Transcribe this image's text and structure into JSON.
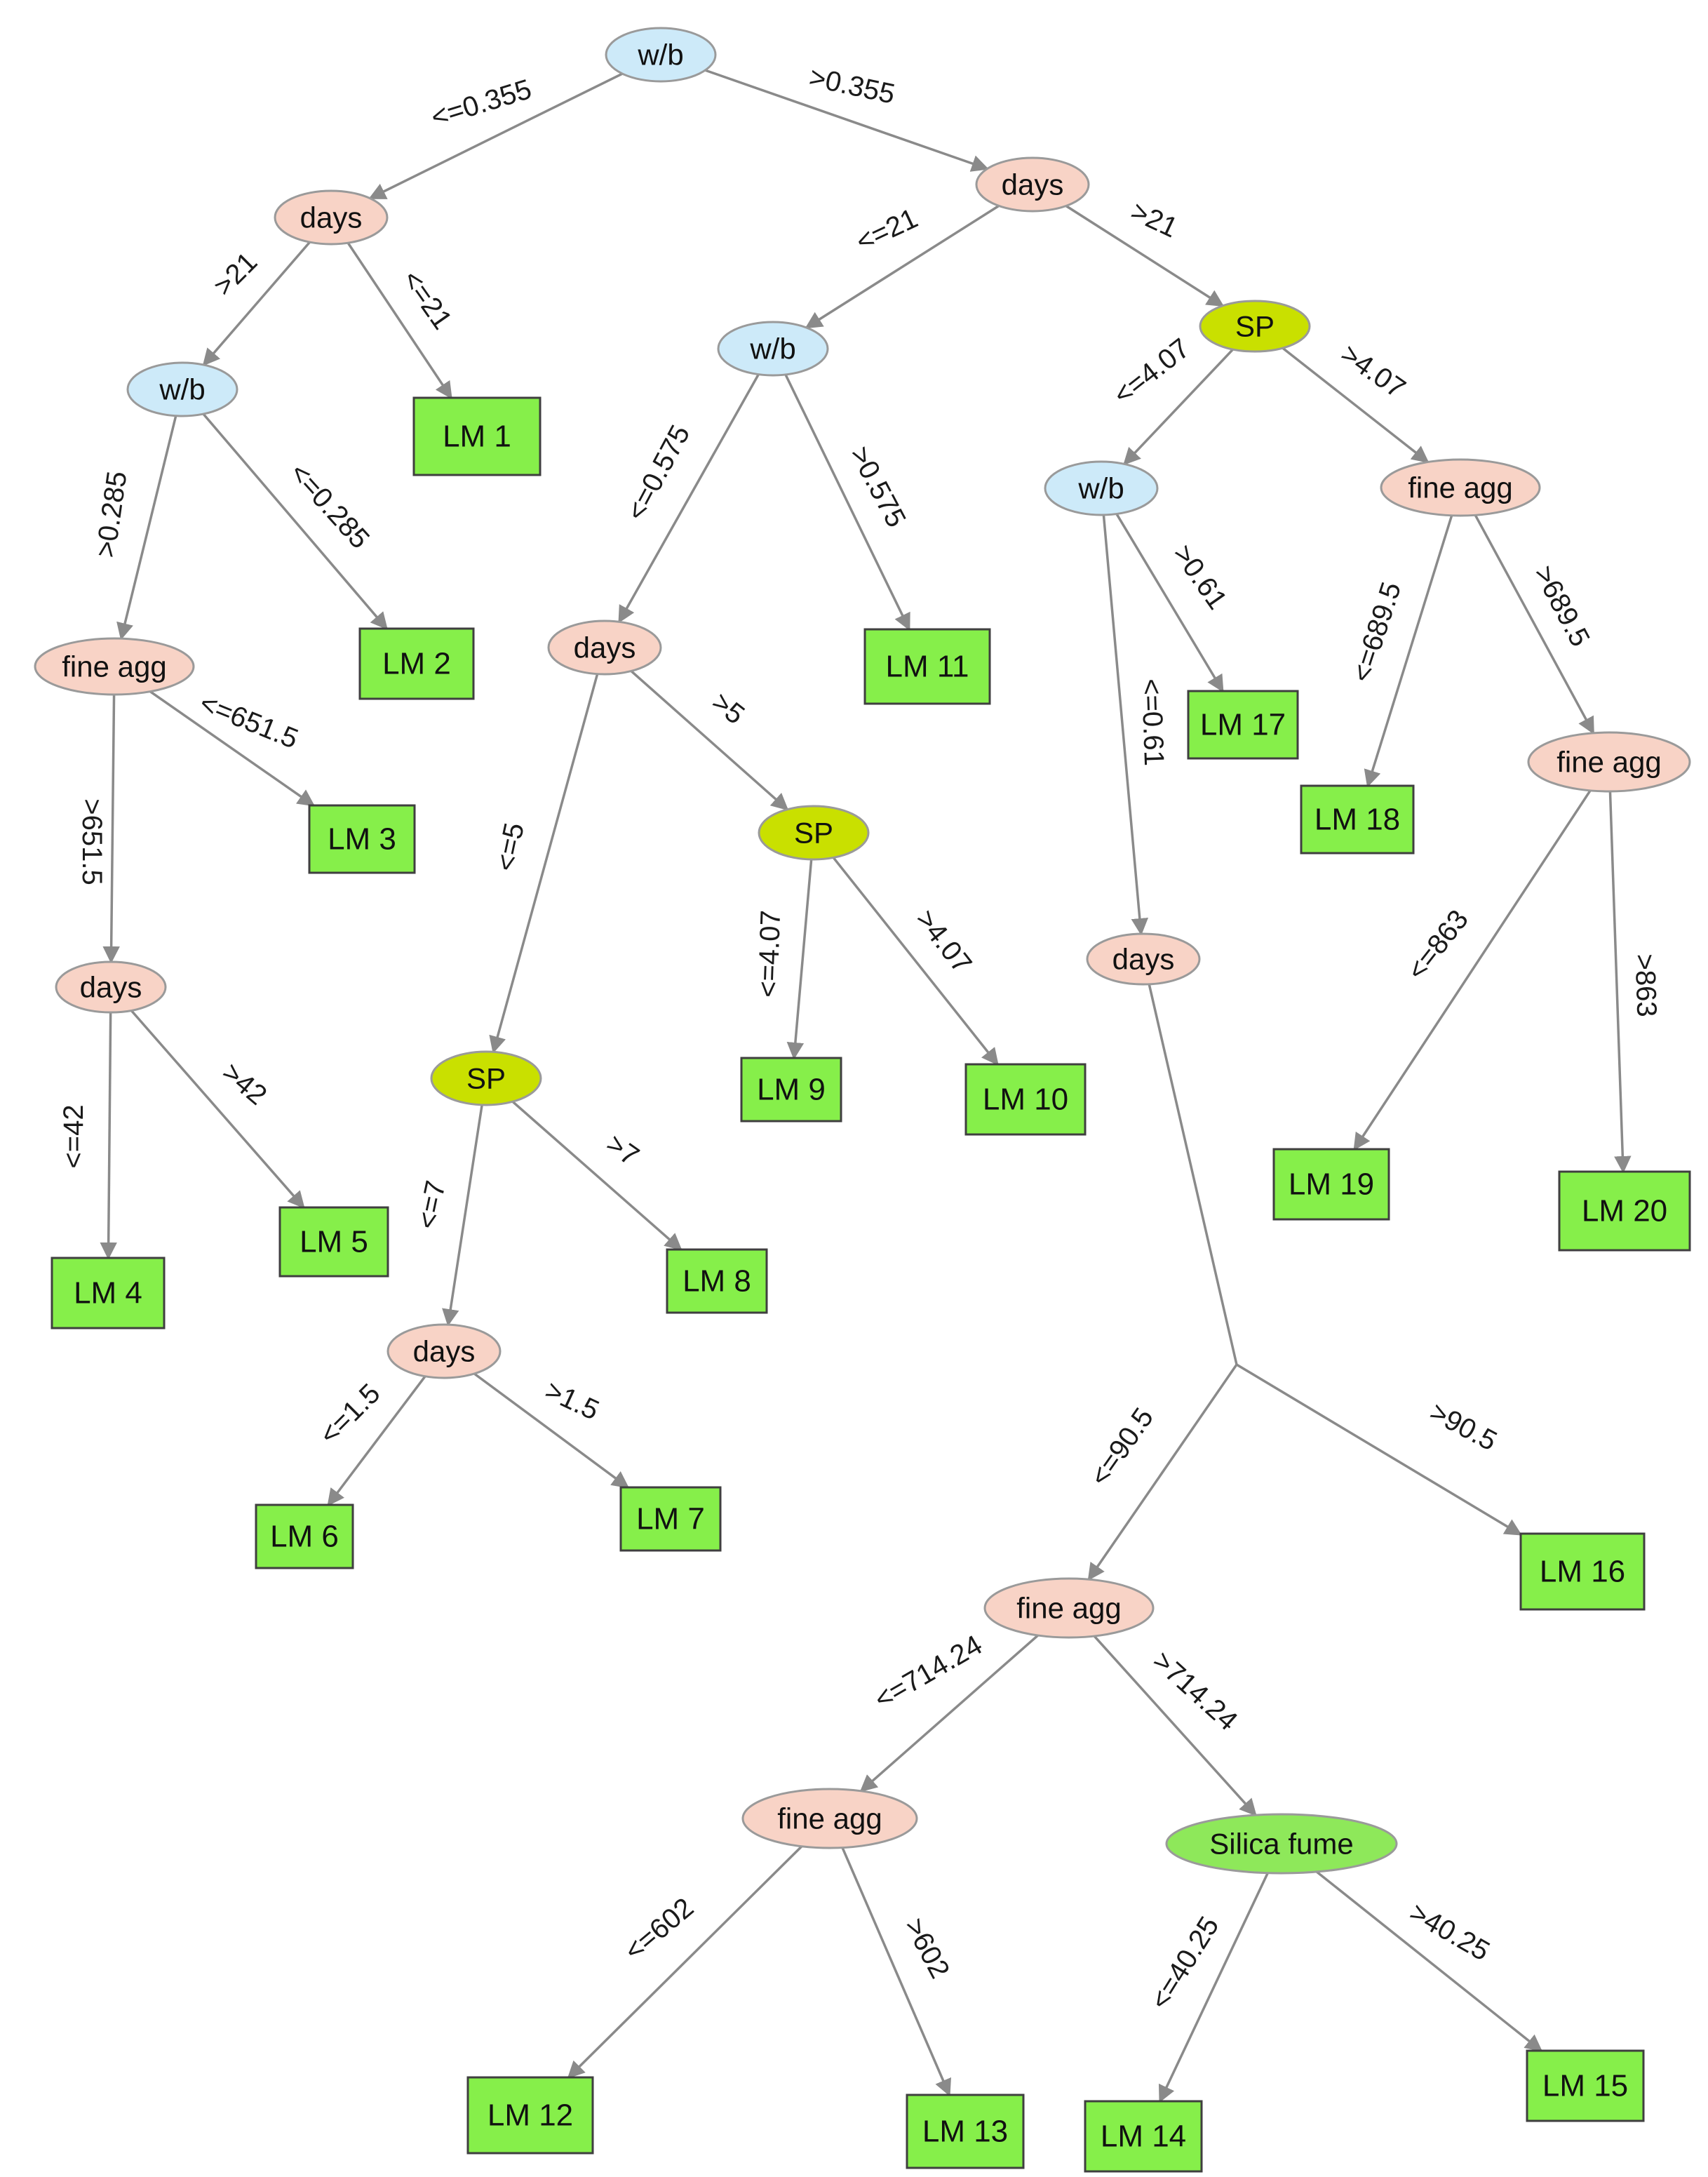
{
  "colors": {
    "wb": "#cdeaf9",
    "days": "#f8d3c6",
    "fine_agg": "#f8d3c6",
    "sp": "#c9e000",
    "silica": "#8ee85a",
    "leaf": "#86ef4a",
    "edge": "#8a8a8a"
  },
  "nodes": {
    "n_wb_root": {
      "label": "w/b",
      "kind": "wb"
    },
    "n_days_l": {
      "label": "days",
      "kind": "days"
    },
    "n_days_r": {
      "label": "days",
      "kind": "days"
    },
    "n_wb_l": {
      "label": "w/b",
      "kind": "wb"
    },
    "n_wb_m": {
      "label": "w/b",
      "kind": "wb"
    },
    "n_sp_r": {
      "label": "SP",
      "kind": "sp"
    },
    "n_fa_l": {
      "label": "fine agg",
      "kind": "fine_agg"
    },
    "n_days_l2": {
      "label": "days",
      "kind": "days"
    },
    "n_days_m": {
      "label": "days",
      "kind": "days"
    },
    "n_sp_m2": {
      "label": "SP",
      "kind": "sp"
    },
    "n_sp_m": {
      "label": "SP",
      "kind": "sp"
    },
    "n_days_m2": {
      "label": "days",
      "kind": "days"
    },
    "n_wb_r": {
      "label": "w/b",
      "kind": "wb"
    },
    "n_fa_r": {
      "label": "fine agg",
      "kind": "fine_agg"
    },
    "n_fa_r2": {
      "label": "fine agg",
      "kind": "fine_agg"
    },
    "n_days_r2": {
      "label": "days",
      "kind": "days"
    },
    "n_fa_b": {
      "label": "fine agg",
      "kind": "fine_agg"
    },
    "n_fa_b2": {
      "label": "fine agg",
      "kind": "fine_agg"
    },
    "n_sf": {
      "label": "Silica fume",
      "kind": "silica"
    }
  },
  "leaves": {
    "lm1": "LM 1",
    "lm2": "LM 2",
    "lm3": "LM 3",
    "lm4": "LM 4",
    "lm5": "LM 5",
    "lm6": "LM 6",
    "lm7": "LM 7",
    "lm8": "LM 8",
    "lm9": "LM 9",
    "lm10": "LM 10",
    "lm11": "LM 11",
    "lm12": "LM 12",
    "lm13": "LM 13",
    "lm14": "LM 14",
    "lm15": "LM 15",
    "lm16": "LM 16",
    "lm17": "LM 17",
    "lm18": "LM 18",
    "lm19": "LM 19",
    "lm20": "LM 20"
  },
  "edges": [
    {
      "from": "n_wb_root",
      "to": "n_days_l",
      "label": "<=0.355"
    },
    {
      "from": "n_wb_root",
      "to": "n_days_r",
      "label": ">0.355"
    },
    {
      "from": "n_days_l",
      "to": "n_wb_l",
      "label": ">21"
    },
    {
      "from": "n_days_l",
      "to": "lm1",
      "label": "<=21"
    },
    {
      "from": "n_wb_l",
      "to": "n_fa_l",
      "label": ">0.285"
    },
    {
      "from": "n_wb_l",
      "to": "lm2",
      "label": "<=0.285"
    },
    {
      "from": "n_fa_l",
      "to": "lm3",
      "label": "<=651.5"
    },
    {
      "from": "n_fa_l",
      "to": "n_days_l2",
      "label": ">651.5"
    },
    {
      "from": "n_days_l2",
      "to": "lm4",
      "label": "<=42"
    },
    {
      "from": "n_days_l2",
      "to": "lm5",
      "label": ">42"
    },
    {
      "from": "n_days_r",
      "to": "n_wb_m",
      "label": "<=21"
    },
    {
      "from": "n_days_r",
      "to": "n_sp_r",
      "label": ">21"
    },
    {
      "from": "n_wb_m",
      "to": "n_days_m",
      "label": "<=0.575"
    },
    {
      "from": "n_wb_m",
      "to": "lm11",
      "label": ">0.575"
    },
    {
      "from": "n_days_m",
      "to": "n_sp_m2",
      "label": "<=5"
    },
    {
      "from": "n_days_m",
      "to": "n_sp_m",
      "label": ">5"
    },
    {
      "from": "n_sp_m",
      "to": "lm9",
      "label": "<=4.07"
    },
    {
      "from": "n_sp_m",
      "to": "lm10",
      "label": ">4.07"
    },
    {
      "from": "n_sp_m2",
      "to": "n_days_m2",
      "label": "<=7"
    },
    {
      "from": "n_sp_m2",
      "to": "lm8",
      "label": ">7"
    },
    {
      "from": "n_days_m2",
      "to": "lm6",
      "label": "<=1.5"
    },
    {
      "from": "n_days_m2",
      "to": "lm7",
      "label": ">1.5"
    },
    {
      "from": "n_sp_r",
      "to": "n_wb_r",
      "label": "<=4.07"
    },
    {
      "from": "n_sp_r",
      "to": "n_fa_r",
      "label": ">4.07"
    },
    {
      "from": "n_wb_r",
      "to": "lm17",
      "label": ">0.61"
    },
    {
      "from": "n_wb_r",
      "to": "n_days_r2",
      "label": "<=0.61"
    },
    {
      "from": "n_fa_r",
      "to": "lm18",
      "label": "<=689.5"
    },
    {
      "from": "n_fa_r",
      "to": "n_fa_r2",
      "label": ">689.5"
    },
    {
      "from": "n_fa_r2",
      "to": "lm19",
      "label": "<=863"
    },
    {
      "from": "n_fa_r2",
      "to": "lm20",
      "label": ">863"
    },
    {
      "from": "n_days_r2",
      "to": "split_pt",
      "label": ""
    },
    {
      "from": "split_pt",
      "to": "n_fa_b",
      "label": "<=90.5"
    },
    {
      "from": "split_pt",
      "to": "lm16",
      "label": ">90.5"
    },
    {
      "from": "n_fa_b",
      "to": "n_fa_b2",
      "label": "<=714.24"
    },
    {
      "from": "n_fa_b",
      "to": "n_sf",
      "label": ">714.24"
    },
    {
      "from": "n_fa_b2",
      "to": "lm12",
      "label": "<=602"
    },
    {
      "from": "n_fa_b2",
      "to": "lm13",
      "label": ">602"
    },
    {
      "from": "n_sf",
      "to": "lm14",
      "label": "<=40.25"
    },
    {
      "from": "n_sf",
      "to": "lm15",
      "label": ">40.25"
    }
  ]
}
